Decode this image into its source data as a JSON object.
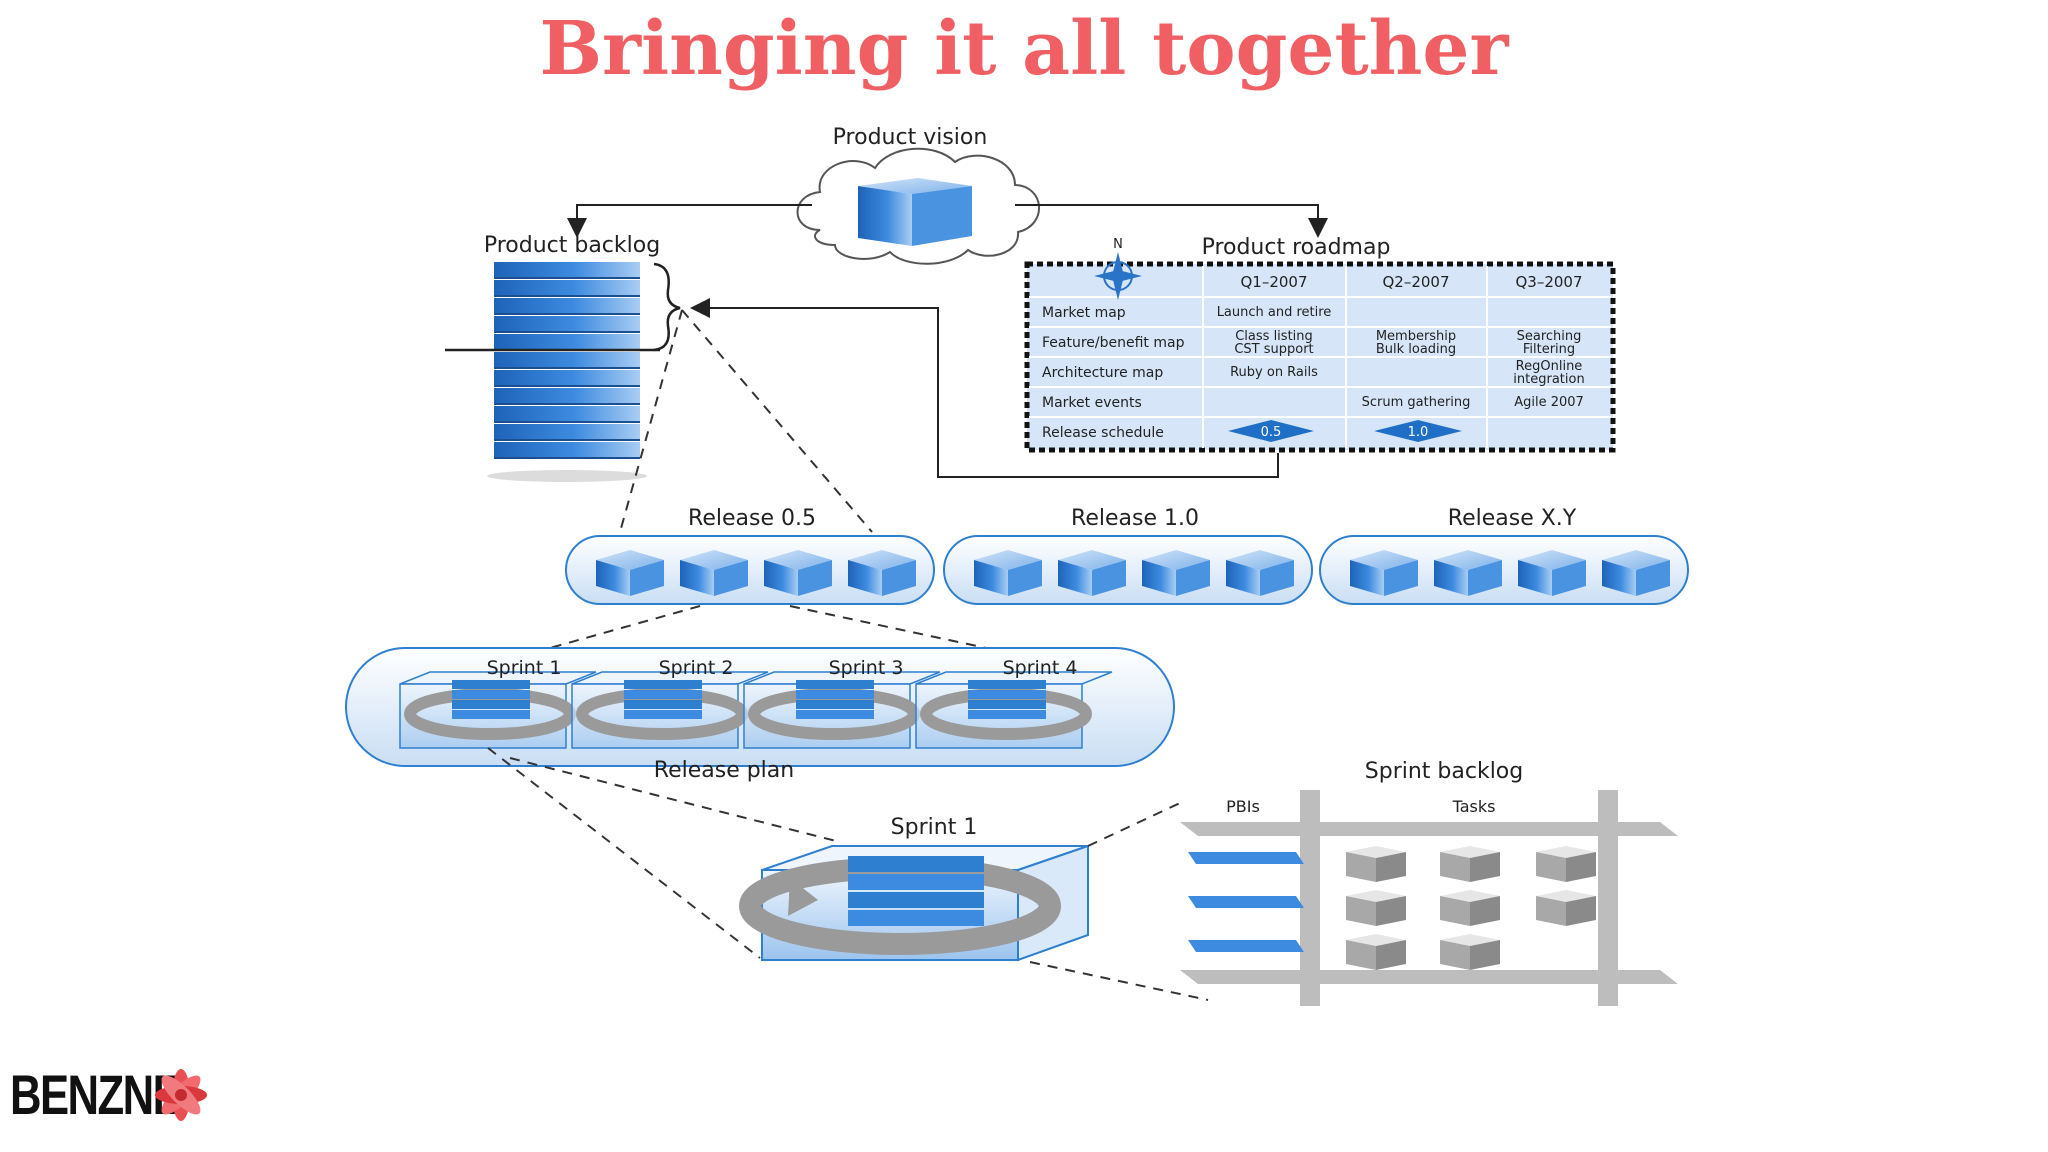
{
  "slide": {
    "title": "Bringing it all together"
  },
  "vision": {
    "label": "Product vision"
  },
  "backlog": {
    "label": "Product backlog"
  },
  "roadmap": {
    "label": "Product roadmap",
    "compass_letter": "N",
    "quarters": [
      "Q1–2007",
      "Q2–2007",
      "Q3–2007"
    ],
    "rows": [
      {
        "label": "Market map",
        "cells": [
          "Launch and retire",
          "",
          ""
        ]
      },
      {
        "label": "Feature/benefit map",
        "cells": [
          "Class listing\nCST support",
          "Membership\nBulk loading",
          "Searching\nFiltering"
        ]
      },
      {
        "label": "Architecture map",
        "cells": [
          "Ruby on Rails",
          "",
          "RegOnline\nintegration"
        ]
      },
      {
        "label": "Market events",
        "cells": [
          "",
          "Scrum gathering",
          "Agile 2007"
        ]
      },
      {
        "label": "Release schedule",
        "cells": [
          "",
          "",
          ""
        ]
      }
    ],
    "milestones": [
      "0.5",
      "1.0"
    ]
  },
  "releases": [
    "Release 0.5",
    "Release 1.0",
    "Release X.Y"
  ],
  "release_plan": {
    "label": "Release plan",
    "sprints": [
      "Sprint 1",
      "Sprint 2",
      "Sprint 3",
      "Sprint 4"
    ]
  },
  "sprint": {
    "label": "Sprint 1"
  },
  "sprint_backlog": {
    "label": "Sprint backlog",
    "pbis_label": "PBIs",
    "tasks_label": "Tasks"
  },
  "brand": {
    "logo": "BENZNE",
    "title_color": "#ef5f63",
    "accent": "#2f7fd0"
  }
}
